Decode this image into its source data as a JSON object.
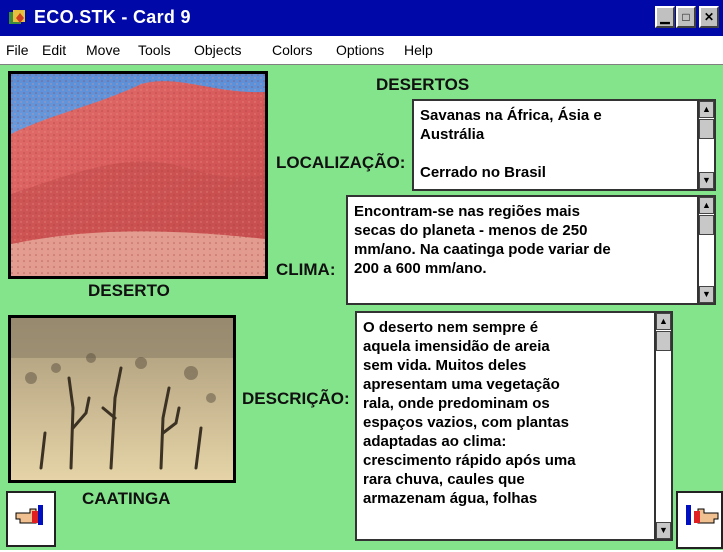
{
  "window": {
    "title": "ECO.STK - Card 9",
    "controls": {
      "minimize": "▁",
      "maximize": "□",
      "close": "✕"
    }
  },
  "menu": [
    "File",
    "Edit",
    "Move",
    "Tools",
    "Objects",
    "Colors",
    "Options",
    "Help"
  ],
  "card": {
    "heading": "DESERTOS",
    "image1_caption": "DESERTO",
    "image2_caption": "CAATINGA",
    "fields": {
      "localizacao": {
        "label": "LOCALIZAÇÃO:",
        "text": "      Savanas na África, Ásia e\nAustrália\n\n      Cerrado no Brasil"
      },
      "clima": {
        "label": "CLIMA:",
        "text": "      Encontram-se nas regiões mais\nsecas do planeta - menos de 250\nmm/ano. Na caatinga pode variar de\n200 a 600 mm/ano."
      },
      "descricao": {
        "label": "DESCRIÇÃO:",
        "text": "   O deserto nem sempre é\naquela imensidão de areia\nsem vida. Muitos deles\napresentam uma vegetação\nrala, onde predominam os\nespaços vazios, com plantas\nadaptadas ao clima:\ncrescimento rápido após uma\nrara chuva, caules que\narmazenam água, folhas"
      }
    }
  },
  "colors": {
    "card_background": "#84e48c",
    "titlebar": "#0008a8"
  },
  "icons": {
    "app": "eco-stack-icon",
    "prev": "hand-pointing-left-icon",
    "next": "hand-pointing-right-icon"
  }
}
